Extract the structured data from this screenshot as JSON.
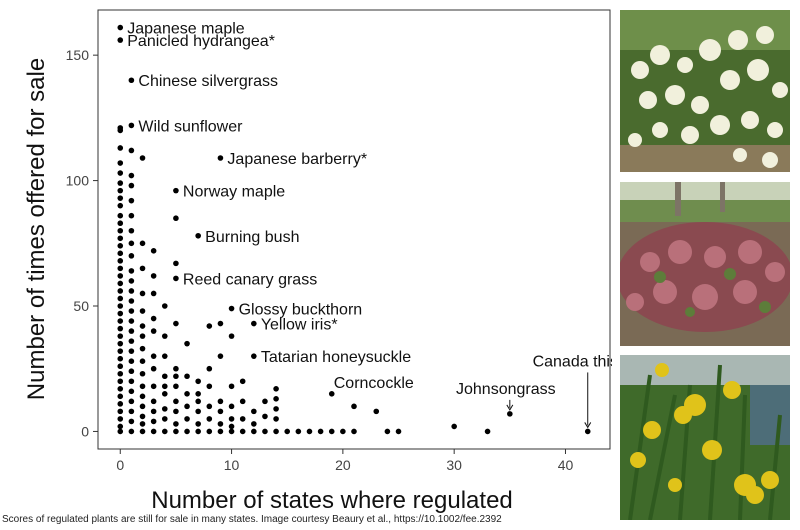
{
  "chart_data": {
    "type": "scatter",
    "xlabel": "Number of states where regulated",
    "ylabel": "Number of times offered for sale",
    "xlim": [
      -2,
      44
    ],
    "ylim": [
      -7,
      168
    ],
    "xticks": [
      0,
      10,
      20,
      30,
      40
    ],
    "yticks": [
      0,
      50,
      100,
      150
    ],
    "grid": false,
    "background": "#ffffff",
    "point_color": "#000000",
    "labeled_points": [
      {
        "label": "Japanese maple",
        "x": 0,
        "y": 161
      },
      {
        "label": "Panicled hydrangea*",
        "x": 0,
        "y": 156
      },
      {
        "label": "Chinese silvergrass",
        "x": 1,
        "y": 140
      },
      {
        "label": "Wild sunflower",
        "x": 1,
        "y": 122
      },
      {
        "label": "Japanese barberry*",
        "x": 9,
        "y": 109
      },
      {
        "label": "Norway maple",
        "x": 5,
        "y": 96
      },
      {
        "label": "Burning bush",
        "x": 7,
        "y": 78
      },
      {
        "label": "Reed canary grass",
        "x": 5,
        "y": 61
      },
      {
        "label": "Glossy buckthorn",
        "x": 10,
        "y": 49
      },
      {
        "label": "Yellow iris*",
        "x": 12,
        "y": 43
      },
      {
        "label": "Tatarian honeysuckle",
        "x": 12,
        "y": 30
      },
      {
        "label": "Corncockle",
        "x": 19,
        "y": 15
      },
      {
        "label": "Johnsongrass",
        "x": 35,
        "y": 7
      },
      {
        "label": "Canada thistle",
        "x": 42,
        "y": 0
      }
    ],
    "points": [
      [
        0,
        121
      ],
      [
        0,
        120
      ],
      [
        0,
        113
      ],
      [
        0,
        107
      ],
      [
        0,
        103
      ],
      [
        0,
        99
      ],
      [
        0,
        96
      ],
      [
        0,
        93
      ],
      [
        0,
        90
      ],
      [
        0,
        86
      ],
      [
        0,
        83
      ],
      [
        0,
        80
      ],
      [
        0,
        77
      ],
      [
        0,
        74
      ],
      [
        0,
        71
      ],
      [
        0,
        68
      ],
      [
        0,
        65
      ],
      [
        0,
        62
      ],
      [
        0,
        59
      ],
      [
        0,
        56
      ],
      [
        0,
        53
      ],
      [
        0,
        50
      ],
      [
        0,
        47
      ],
      [
        0,
        44
      ],
      [
        0,
        41
      ],
      [
        0,
        38
      ],
      [
        0,
        35
      ],
      [
        0,
        32
      ],
      [
        0,
        29
      ],
      [
        0,
        26
      ],
      [
        0,
        23
      ],
      [
        0,
        20
      ],
      [
        0,
        17
      ],
      [
        0,
        14
      ],
      [
        0,
        11
      ],
      [
        0,
        8
      ],
      [
        0,
        5
      ],
      [
        0,
        2
      ],
      [
        0,
        0
      ],
      [
        1,
        112
      ],
      [
        1,
        102
      ],
      [
        1,
        98
      ],
      [
        1,
        92
      ],
      [
        1,
        86
      ],
      [
        1,
        80
      ],
      [
        1,
        75
      ],
      [
        1,
        70
      ],
      [
        1,
        64
      ],
      [
        1,
        60
      ],
      [
        1,
        56
      ],
      [
        1,
        52
      ],
      [
        1,
        48
      ],
      [
        1,
        44
      ],
      [
        1,
        40
      ],
      [
        1,
        36
      ],
      [
        1,
        32
      ],
      [
        1,
        28
      ],
      [
        1,
        24
      ],
      [
        1,
        20
      ],
      [
        1,
        16
      ],
      [
        1,
        12
      ],
      [
        1,
        8
      ],
      [
        1,
        4
      ],
      [
        1,
        0
      ],
      [
        2,
        109
      ],
      [
        2,
        75
      ],
      [
        2,
        65
      ],
      [
        2,
        55
      ],
      [
        2,
        48
      ],
      [
        2,
        42
      ],
      [
        2,
        38
      ],
      [
        2,
        33
      ],
      [
        2,
        28
      ],
      [
        2,
        23
      ],
      [
        2,
        18
      ],
      [
        2,
        14
      ],
      [
        2,
        10
      ],
      [
        2,
        6
      ],
      [
        2,
        3
      ],
      [
        2,
        0
      ],
      [
        3,
        72
      ],
      [
        3,
        62
      ],
      [
        3,
        55
      ],
      [
        3,
        45
      ],
      [
        3,
        40
      ],
      [
        3,
        30
      ],
      [
        3,
        25
      ],
      [
        3,
        18
      ],
      [
        3,
        12
      ],
      [
        3,
        8
      ],
      [
        3,
        4
      ],
      [
        3,
        0
      ],
      [
        4,
        50
      ],
      [
        4,
        38
      ],
      [
        4,
        30
      ],
      [
        4,
        22
      ],
      [
        4,
        18
      ],
      [
        4,
        15
      ],
      [
        4,
        9
      ],
      [
        4,
        5
      ],
      [
        4,
        0
      ],
      [
        5,
        85
      ],
      [
        5,
        67
      ],
      [
        5,
        43
      ],
      [
        5,
        25
      ],
      [
        5,
        22
      ],
      [
        5,
        18
      ],
      [
        5,
        12
      ],
      [
        5,
        8
      ],
      [
        5,
        3
      ],
      [
        5,
        0
      ],
      [
        6,
        35
      ],
      [
        6,
        22
      ],
      [
        6,
        15
      ],
      [
        6,
        10
      ],
      [
        6,
        5
      ],
      [
        6,
        0
      ],
      [
        7,
        20
      ],
      [
        7,
        15
      ],
      [
        7,
        12
      ],
      [
        7,
        8
      ],
      [
        7,
        3
      ],
      [
        7,
        0
      ],
      [
        8,
        42
      ],
      [
        8,
        25
      ],
      [
        8,
        18
      ],
      [
        8,
        10
      ],
      [
        8,
        5
      ],
      [
        8,
        0
      ],
      [
        9,
        43
      ],
      [
        9,
        30
      ],
      [
        9,
        12
      ],
      [
        9,
        8
      ],
      [
        9,
        3
      ],
      [
        9,
        0
      ],
      [
        10,
        38
      ],
      [
        10,
        18
      ],
      [
        10,
        10
      ],
      [
        10,
        5
      ],
      [
        10,
        2
      ],
      [
        10,
        0
      ],
      [
        11,
        20
      ],
      [
        11,
        12
      ],
      [
        11,
        5
      ],
      [
        11,
        0
      ],
      [
        12,
        8
      ],
      [
        12,
        3
      ],
      [
        12,
        0
      ],
      [
        13,
        12
      ],
      [
        13,
        6
      ],
      [
        13,
        0
      ],
      [
        14,
        17
      ],
      [
        14,
        13
      ],
      [
        14,
        9
      ],
      [
        14,
        5
      ],
      [
        14,
        0
      ],
      [
        15,
        0
      ],
      [
        16,
        0
      ],
      [
        17,
        0
      ],
      [
        18,
        0
      ],
      [
        19,
        0
      ],
      [
        20,
        0
      ],
      [
        21,
        10
      ],
      [
        21,
        0
      ],
      [
        23,
        8
      ],
      [
        24,
        0
      ],
      [
        25,
        0
      ],
      [
        30,
        2
      ],
      [
        33,
        0
      ]
    ]
  },
  "images": [
    {
      "name": "Panicled hydrangea photo"
    },
    {
      "name": "Japanese barberry photo"
    },
    {
      "name": "Yellow iris photo"
    }
  ],
  "caption": "Scores of regulated plants are still for sale in many states. Image courtesy Beaury et al., https://10.1002/fee.2392"
}
